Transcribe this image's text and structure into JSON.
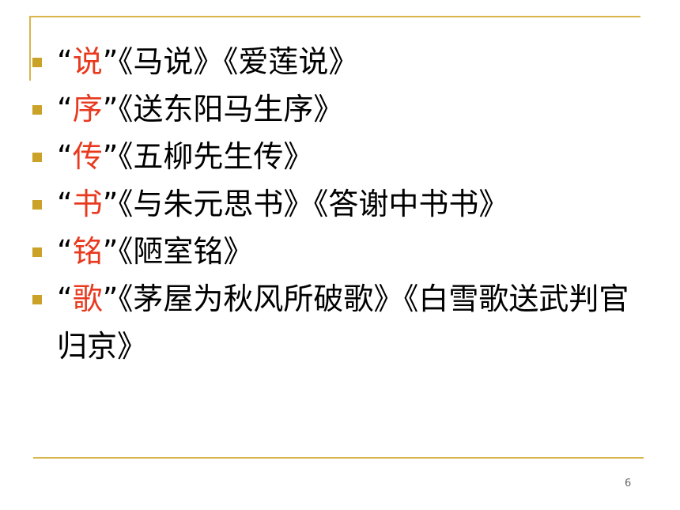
{
  "slide": {
    "page_number": "6",
    "accent_color": "#d9b54a",
    "keyword_color": "#e8391f",
    "items": [
      {
        "open_quote": "“",
        "keyword": "说",
        "close_quote": "”",
        "titles": "《马说》《爱莲说》"
      },
      {
        "open_quote": "“",
        "keyword": "序",
        "close_quote": "”",
        "titles": "《送东阳马生序》"
      },
      {
        "open_quote": "“",
        "keyword": "传",
        "close_quote": "”",
        "titles": "《五柳先生传》"
      },
      {
        "open_quote": "“",
        "keyword": "书",
        "close_quote": "”",
        "titles": "《与朱元思书》《答谢中书书》"
      },
      {
        "open_quote": "“",
        "keyword": "铭",
        "close_quote": "”",
        "titles": "《陋室铭》"
      },
      {
        "open_quote": "“",
        "keyword": "歌",
        "close_quote": "”",
        "titles": "《茅屋为秋风所破歌》《白雪歌送武判官归京》"
      }
    ]
  }
}
